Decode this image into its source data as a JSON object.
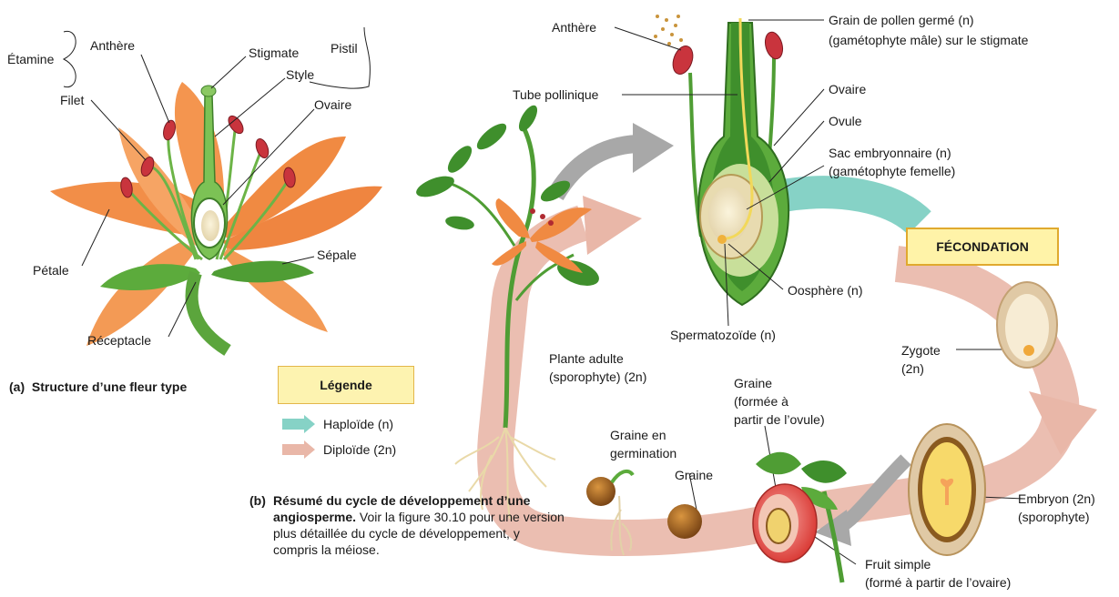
{
  "part_a": {
    "labels": {
      "etamine": "Étamine",
      "anthere": "Anthère",
      "filet": "Filet",
      "stigmate": "Stigmate",
      "style": "Style",
      "pistil": "Pistil",
      "ovaire": "Ovaire",
      "petale": "Pétale",
      "sepale": "Sépale",
      "receptacle": "Réceptacle"
    },
    "caption_letter": "(a)",
    "caption": "Structure d’une fleur type"
  },
  "part_b": {
    "labels": {
      "anthere": "Anthère",
      "pollen_1": "Grain de pollen germé (n)",
      "pollen_2": "(gamétophyte mâle) sur le stigmate",
      "tube": "Tube pollinique",
      "ovaire": "Ovaire",
      "ovule": "Ovule",
      "sac_1": "Sac embryonnaire (n)",
      "sac_2": "(gamétophyte femelle)",
      "fecondation": "FÉCONDATION",
      "oosphere": "Oosphère (n)",
      "spermatozoide": "Spermatozoïde (n)",
      "zygote_1": "Zygote",
      "zygote_2": "(2n)",
      "plante_1": "Plante adulte",
      "plante_2": "(sporophyte) (2n)",
      "graine_1_1": "Graine",
      "graine_1_2": "(formée à",
      "graine_1_3": "partir de l’ovule)",
      "germination_1": "Graine en",
      "germination_2": "germination",
      "graine_2": "Graine",
      "embryon_1": "Embryon (2n)",
      "embryon_2": "(sporophyte)",
      "fruit_1": "Fruit simple",
      "fruit_2": "(formé à partir de l’ovaire)"
    },
    "legend": {
      "title": "Légende",
      "haploid": "Haploïde (n)",
      "diploid": "Diploïde (2n)",
      "haploid_color": "#7fcfc4",
      "diploid_color": "#e8b7a8"
    },
    "caption_letter": "(b)",
    "caption_bold": "Résumé du cycle de développement d’une angiosperme.",
    "caption_text": "Voir la figure 30.10 pour une version plus détaillée du cycle de développement, y compris la méiose."
  }
}
